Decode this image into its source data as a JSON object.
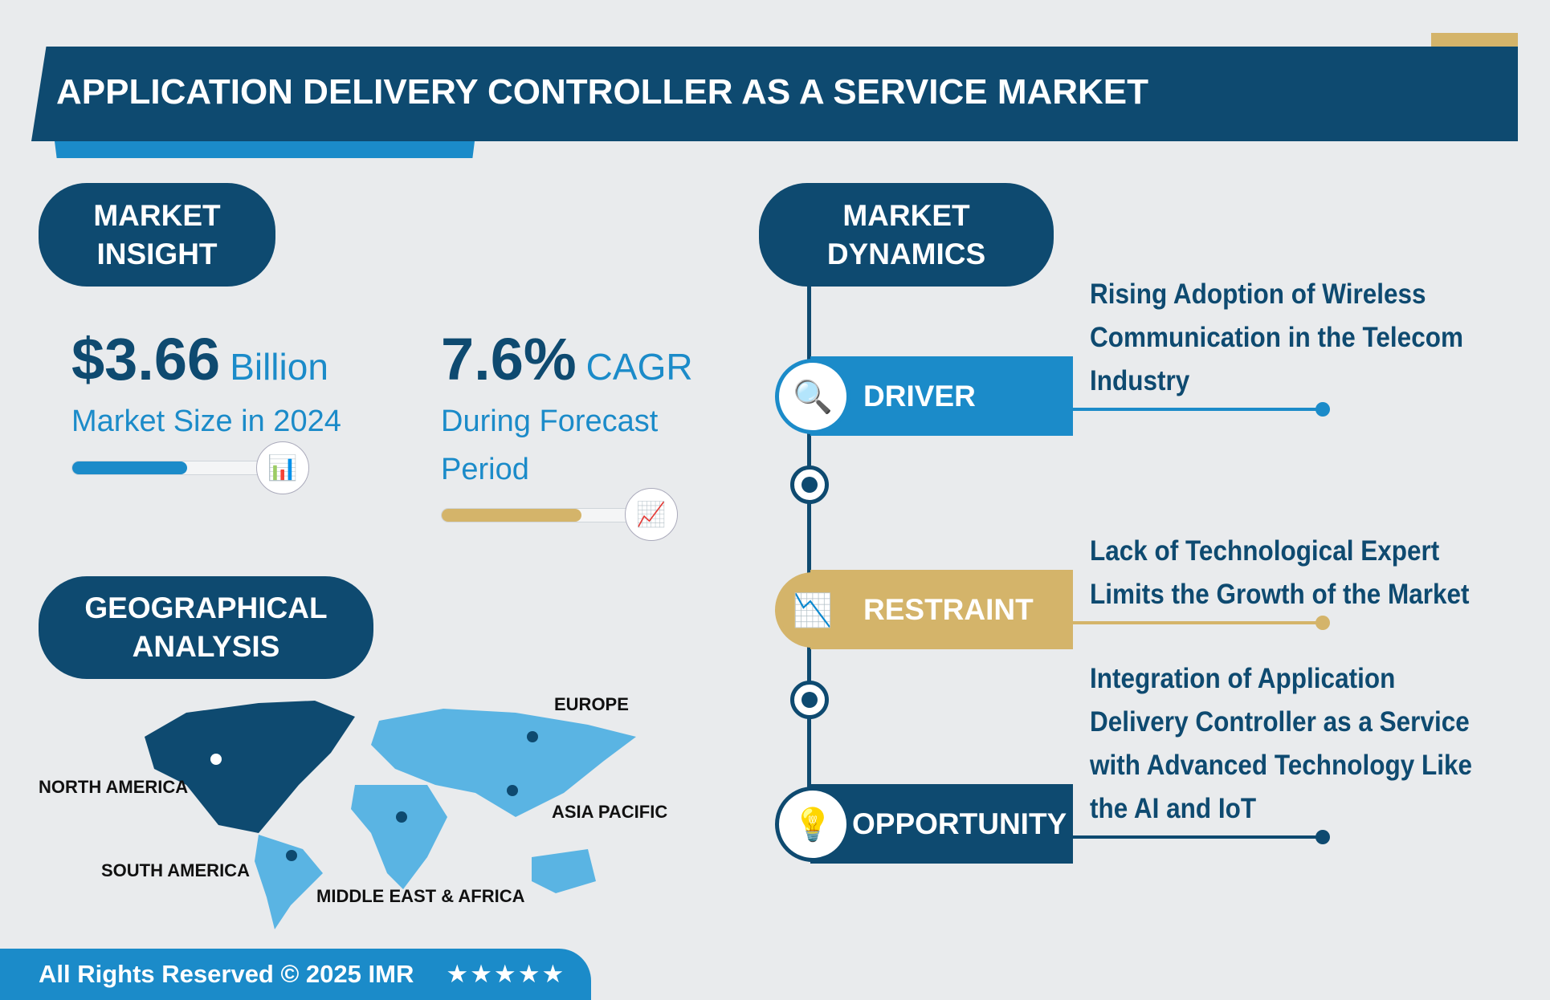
{
  "header": {
    "title": "APPLICATION DELIVERY CONTROLLER AS A SERVICE MARKET"
  },
  "insight": {
    "pill": "MARKET INSIGHT",
    "size_value": "$3.66",
    "size_unit": "Billion",
    "size_label": "Market Size in 2024",
    "size_progress": 0.6,
    "size_icon": "chart-dollar-icon",
    "cagr_value": "7.6%",
    "cagr_unit": "CAGR",
    "cagr_label_1": "During Forecast",
    "cagr_label_2": "Period",
    "cagr_progress": 0.65,
    "cagr_icon": "growth-chart-icon"
  },
  "geo": {
    "pill": "GEOGRAPHICAL ANALYSIS",
    "regions": [
      "NORTH AMERICA",
      "EUROPE",
      "ASIA PACIFIC",
      "SOUTH AMERICA",
      "MIDDLE EAST & AFRICA"
    ]
  },
  "dynamics": {
    "pill": "MARKET DYNAMICS",
    "driver": {
      "label": "DRIVER",
      "lines": [
        "Rising Adoption of Wireless",
        "Communication in the Telecom",
        "Industry"
      ]
    },
    "restraint": {
      "label": "RESTRAINT",
      "lines": [
        "Lack of Technological Expert",
        "Limits the Growth of the Market"
      ]
    },
    "opportunity": {
      "label": "OPPORTUNITY",
      "lines": [
        "Integration of Application",
        "Delivery Controller as a Service",
        "with Advanced Technology Like",
        "the AI and IoT"
      ]
    }
  },
  "footer": {
    "text": "All Rights Reserved © 2025 IMR",
    "stars": "★★★★★"
  },
  "colors": {
    "navy": "#0e4a70",
    "blue": "#1b8bc9",
    "gold": "#d4b46a"
  }
}
